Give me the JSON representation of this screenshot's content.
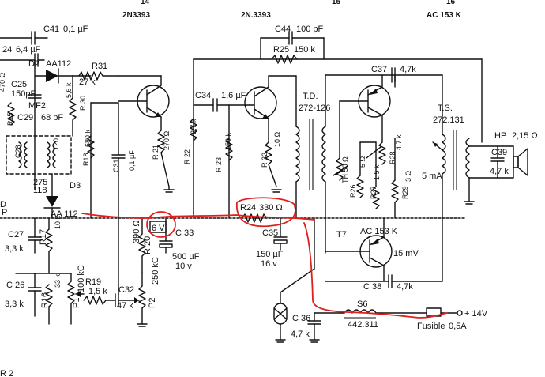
{
  "header": {
    "t1": "2N3393",
    "t2": "2N.3393",
    "t3": "AC 153 K",
    "f1": "14",
    "f2": "15",
    "f3": "16"
  },
  "components": {
    "c41": "C41",
    "c41v": "0,1 µF",
    "c24": "24",
    "c24v": "6,4 µF",
    "d2": "D2",
    "aa112a": "AA112",
    "r31": "R31",
    "r31v": "27 k",
    "c25": "C25",
    "c25v": "150pF",
    "r470": "470 Ω",
    "r15": "R15",
    "r56k": "5,6 k",
    "r30": "R 30",
    "mf2": "MF2",
    "c29": "C29",
    "c29v": "68 pF",
    "c28": "C28",
    "c28b": "120",
    "r18": "R18",
    "r18v": "680 k",
    "d3": "D3",
    "d3v": "AA 112",
    "d275": "275",
    "d118": "118",
    "c31": "C31",
    "c31v": "0,1 µF",
    "r21": "R 21",
    "r21v": "270 Ω",
    "r22": "R 22",
    "r22v": "2,7 k",
    "c34": "C34",
    "c34v": "1,6 µF",
    "r23": "R 23",
    "r23v": "150 k",
    "r32": "R 32",
    "r32v": "10 Ω",
    "c44": "C44",
    "c44v": "100 pF",
    "r25": "R25",
    "r25v": "150 k",
    "r24": "R24",
    "r24v": "330 Ω",
    "td": "T.D.",
    "tdv": "272-126",
    "c37": "C37",
    "c37v": "4,7k",
    "th": "TH 50 Ω",
    "r26": "R26",
    "r26v": "5 Ω",
    "r27": "R27",
    "r27v": "1,5 k",
    "r28": "R28",
    "r28v": "4,7 k",
    "r29": "R29",
    "r29v": "3 Ω",
    "ts": "T.S.",
    "tsv": "272.131",
    "hp": "HP",
    "hpv": "2,15 Ω",
    "c39": "C39",
    "c39v": "4,7 k",
    "ma5": "5 mA",
    "c27": "C27",
    "c27v": "3,3 k",
    "r17": "R17",
    "r17v": "10 k",
    "c26": "C 26",
    "c26v": "3,3 k",
    "r16": "R16",
    "r16v": "33 k",
    "p1": "P1",
    "p1v": "100 kC",
    "r19": "R19",
    "r19v": "1,5 k",
    "c32": "C32",
    "c32v": "47 k",
    "p2": "P2",
    "p2v": "250 kC",
    "r20": "R 20",
    "r20v": "390 Ω",
    "v6": "6 V",
    "c33": "C 33",
    "c33v": "500 µF",
    "c33w": "10 v",
    "c35": "C35",
    "c35v": "150 µF",
    "c35w": "16 v",
    "t7": "T7",
    "t7t": "AC 153 K",
    "ma15": "15 mV",
    "c38": "C 38",
    "c38v": "4,7k",
    "c36": "C 36",
    "c36v": "4,7 k",
    "s6": "S6",
    "s6v": "442.311",
    "fuse": "Fusible",
    "fusev": "0,5A",
    "v14": "+ 14V",
    "d4": "D",
    "p4": "P",
    "r12": "R 2"
  }
}
